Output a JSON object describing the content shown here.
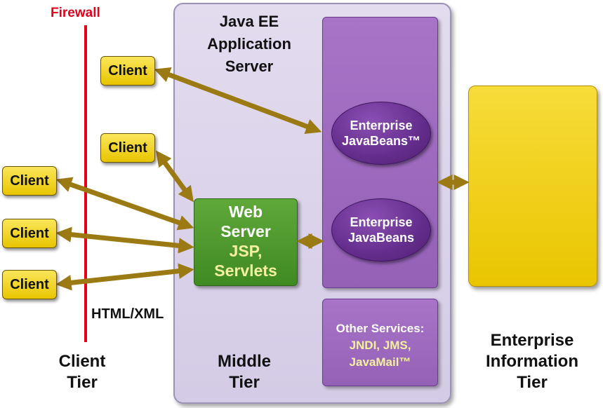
{
  "firewall": {
    "label": "Firewall",
    "color": "#e2001a"
  },
  "app_server": {
    "title": "Java EE\nApplication\nServer"
  },
  "ejb": [
    {
      "label": "Enterprise\nJavaBeans™"
    },
    {
      "label": "Enterprise\nJavaBeans"
    }
  ],
  "web_server": {
    "title": "Web\nServer",
    "tech": "JSP,\nServlets"
  },
  "other_services": {
    "title": "Other Services:",
    "list": "JNDI, JMS,\nJavaMail™"
  },
  "clients": [
    {
      "label": "Client"
    },
    {
      "label": "Client"
    },
    {
      "label": "Client"
    },
    {
      "label": "Client"
    },
    {
      "label": "Client"
    }
  ],
  "protocol_label": "HTML/XML",
  "tiers": {
    "client": "Client\nTier",
    "middle": "Middle\nTier",
    "eis": "Enterprise\nInformation\nTier"
  },
  "colors": {
    "arrow": "#9b7a14",
    "client": "#f0d020",
    "web_server": "#4a9a2c",
    "ejb": "#9b66bb",
    "eis": "#f0d020",
    "app_server": "#d9d1ea"
  }
}
